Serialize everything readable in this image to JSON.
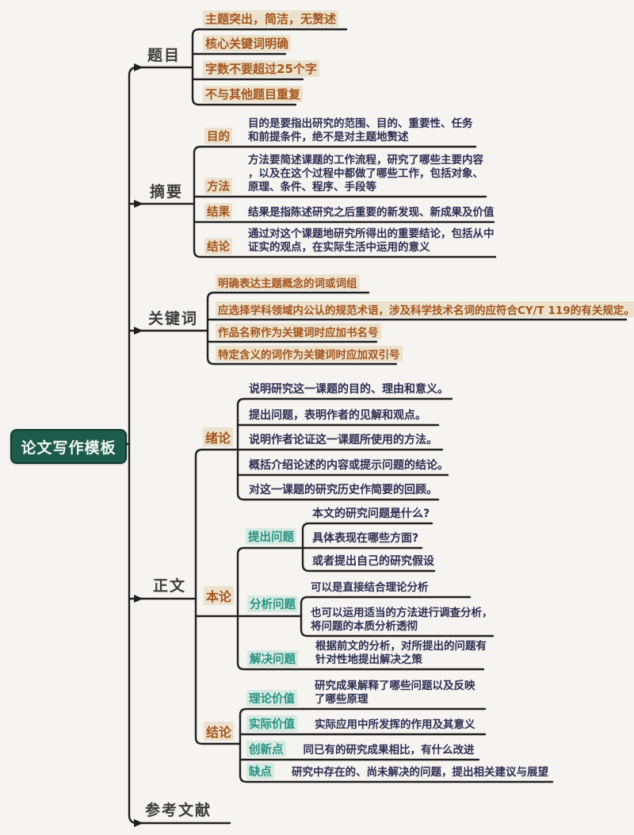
{
  "root": {
    "label": "论文写作模板"
  },
  "colors": {
    "background": "#f5f4f1",
    "line": "#202020",
    "root_bg": "#1e5c4a",
    "level1_text": "#3c3c3c",
    "orange_text": "#a5551c",
    "navy_text": "#2e2e52",
    "teal_text": "#279181"
  },
  "branches": [
    {
      "label": "题目",
      "children": [
        {
          "text": "主题突出，简洁，无赘述"
        },
        {
          "text": "核心关键词明确"
        },
        {
          "text": "字数不要超过25个字"
        },
        {
          "text": "不与其他题目重复"
        }
      ]
    },
    {
      "label": "摘要",
      "children": [
        {
          "label": "目的",
          "desc": "目的是要指出研究的范围、目的、重要性、任务\n和前提条件，绝不是对主题地赘述"
        },
        {
          "label": "方法",
          "desc": "方法要简述课题的工作流程，研究了哪些主要内容\n，以及在这个过程中都做了哪些工作，包括对象、\n原理、条件、程序、手段等"
        },
        {
          "label": "结果",
          "desc": "结果是指陈述研究之后重要的新发现、新成果及价值"
        },
        {
          "label": "结论",
          "desc": "通过对这个课题地研究所得出的重要结论，包括从中\n证实的观点，在实际生活中运用的意义"
        }
      ]
    },
    {
      "label": "关键词",
      "children": [
        {
          "text": "明确表达主题概念的词或词组"
        },
        {
          "text": "应选择学科领域内公认的规范术语，涉及科学技术名词的应符合CY/T 119的有关规定。"
        },
        {
          "text": "作品名称作为关键词时应加书名号"
        },
        {
          "text": "特定含义的词作为关键词时应加双引号"
        }
      ]
    },
    {
      "label": "正文",
      "sections": [
        {
          "label": "绪论",
          "items": [
            {
              "text": "说明研究这一课题的目的、理由和意义。"
            },
            {
              "text": "提出问题，表明作者的见解和观点。"
            },
            {
              "text": "说明作者论证这一课题所使用的方法。"
            },
            {
              "text": "概括介绍论述的内容或提示问题的结论。"
            },
            {
              "text": "对这一课题的研究历史作简要的回顾。"
            }
          ]
        },
        {
          "label": "本论",
          "groups": [
            {
              "label": "提出问题",
              "items": [
                {
                  "text": "本文的研究问题是什么?"
                },
                {
                  "text": "具体表现在哪些方面?"
                },
                {
                  "text": "或者提出自己的研究假设"
                }
              ]
            },
            {
              "label": "分析问题",
              "items": [
                {
                  "text": "可以是直接结合理论分析"
                },
                {
                  "text": "也可以运用适当的方法进行调查分析，\n将问题的本质分析透彻"
                }
              ]
            },
            {
              "label": "解决问题",
              "desc": "根据前文的分析，对所提出的问题有\n针对性地提出解决之策"
            }
          ]
        },
        {
          "label": "结论",
          "items": [
            {
              "label": "理论价值",
              "desc": "研究成果解释了哪些问题以及反映\n了哪些原理"
            },
            {
              "label": "实际价值",
              "desc": "实际应用中所发挥的作用及其意义"
            },
            {
              "label": "创新点",
              "desc": "同已有的研究成果相比，有什么改进"
            },
            {
              "label": "缺点",
              "desc": "研究中存在的、尚未解决的问题，提出相关建议与展望"
            }
          ]
        }
      ]
    },
    {
      "label": "参考文献"
    }
  ]
}
